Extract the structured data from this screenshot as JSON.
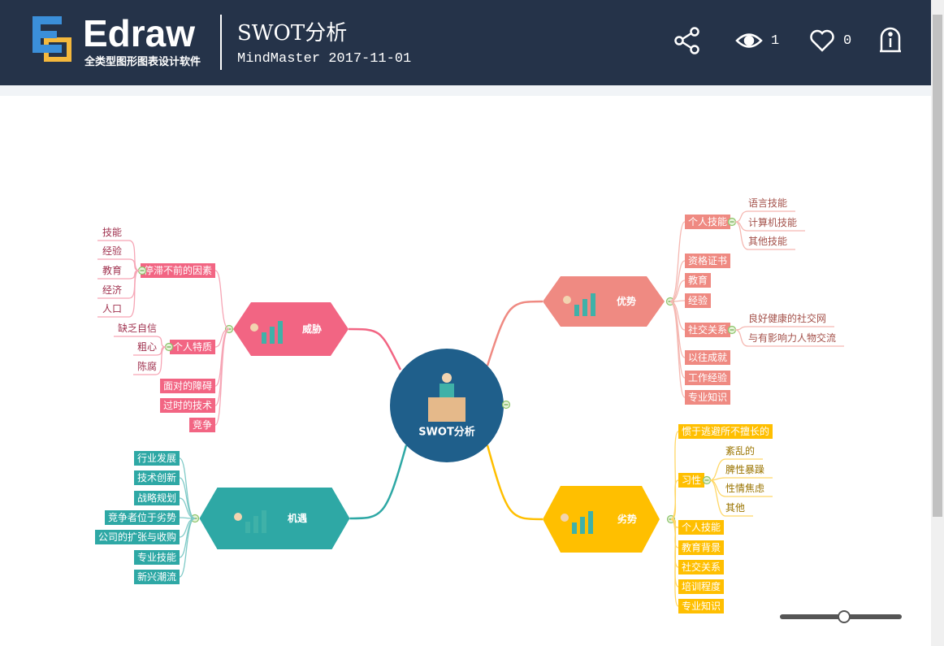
{
  "header": {
    "logo_text": "Edraw",
    "logo_subtitle": "全类型图形图表设计软件",
    "title": "SWOT分析",
    "subtitle": "MindMaster 2017-11-01",
    "views": "1",
    "likes": "0",
    "icons": [
      "share-icon",
      "eye-icon",
      "heart-icon",
      "info-icon"
    ]
  },
  "colors": {
    "header_bg": "#253349",
    "center": "#1f5f8b",
    "threat": "#f26583",
    "strength": "#ef8a82",
    "weakness": "#ffbf00",
    "opportunity": "#2ea8a5"
  },
  "mindmap": {
    "center": "SWOT分析",
    "branches": [
      {
        "title": "威胁",
        "children": [
          {
            "label": "停滞不前的因素",
            "children": [
              "技能",
              "经验",
              "教育",
              "经济",
              "人口"
            ]
          },
          {
            "label": "个人特质",
            "children": [
              "缺乏自信",
              "粗心",
              "陈腐"
            ]
          },
          {
            "label": "面对的障碍",
            "children": []
          },
          {
            "label": "过时的技术",
            "children": []
          },
          {
            "label": "竞争",
            "children": []
          }
        ]
      },
      {
        "title": "优势",
        "children": [
          {
            "label": "个人技能",
            "children": [
              "语言技能",
              "计算机技能",
              "其他技能"
            ]
          },
          {
            "label": "资格证书",
            "children": []
          },
          {
            "label": "教育",
            "children": []
          },
          {
            "label": "经验",
            "children": []
          },
          {
            "label": "社交关系",
            "children": [
              "良好健康的社交网",
              "与有影响力人物交流"
            ]
          },
          {
            "label": "以往成就",
            "children": []
          },
          {
            "label": "工作经验",
            "children": []
          },
          {
            "label": "专业知识",
            "children": []
          }
        ]
      },
      {
        "title": "劣势",
        "children": [
          {
            "label": "惯于逃避所不擅长的",
            "children": []
          },
          {
            "label": "习性",
            "children": [
              "紊乱的",
              "脾性暴躁",
              "性情焦虑",
              "其他"
            ]
          },
          {
            "label": "个人技能",
            "children": []
          },
          {
            "label": "教育背景",
            "children": []
          },
          {
            "label": "社交关系",
            "children": []
          },
          {
            "label": "培训程度",
            "children": []
          },
          {
            "label": "专业知识",
            "children": []
          }
        ]
      },
      {
        "title": "机遇",
        "children": [
          {
            "label": "行业发展",
            "children": []
          },
          {
            "label": "技术创新",
            "children": []
          },
          {
            "label": "战略规划",
            "children": []
          },
          {
            "label": "竞争者位于劣势",
            "children": []
          },
          {
            "label": "公司的扩张与收购",
            "children": []
          },
          {
            "label": "专业技能",
            "children": []
          },
          {
            "label": "新兴潮流",
            "children": []
          }
        ]
      }
    ]
  }
}
